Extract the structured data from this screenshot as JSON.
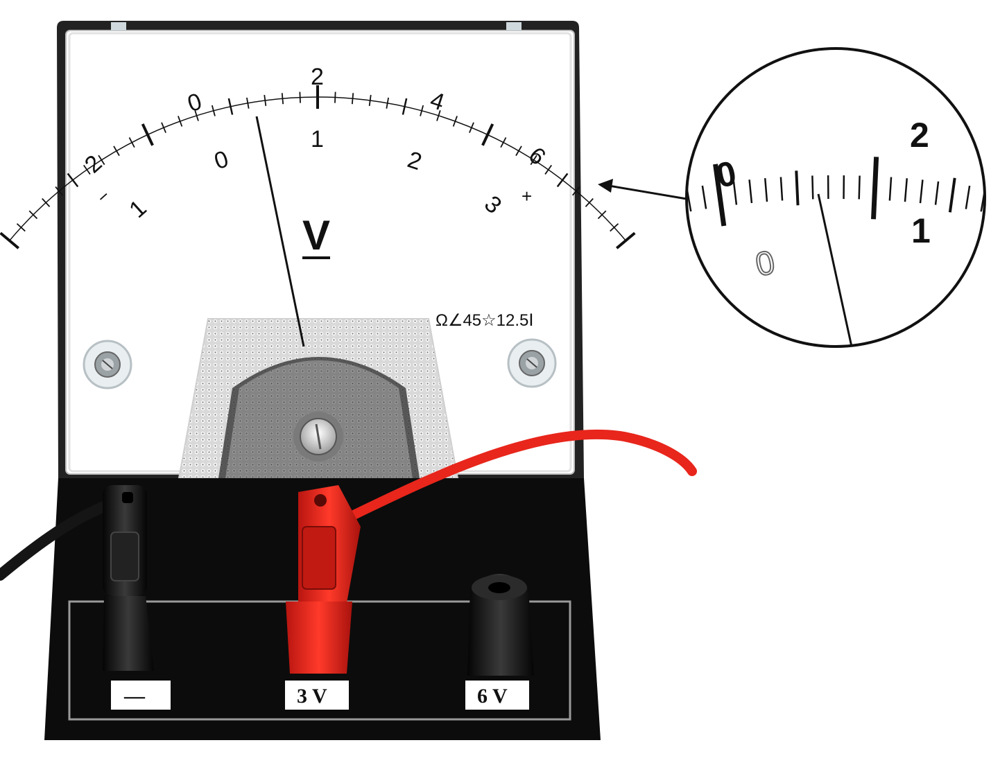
{
  "meter": {
    "unit": "V",
    "spec": "Ω∠45☆12.5Ⅰ",
    "upper_scale": [
      "2",
      "0",
      "2",
      "4",
      "6"
    ],
    "lower_scale": [
      "1",
      "0",
      "1",
      "2",
      "3"
    ],
    "minus_sign": "−",
    "plus_sign": "+",
    "needle_upper_reading": 0.6,
    "needle_lower_reading": 0.3
  },
  "terminals": {
    "neg": "—",
    "three": "3 V",
    "six": "6 V"
  },
  "magnifier": {
    "upper_labels": [
      "0",
      "2"
    ],
    "lower_labels": [
      "0",
      "1"
    ]
  },
  "colors": {
    "red_lead": "#e8261c",
    "black_lead": "#1a1a1a",
    "base": "#0c0c0c",
    "face": "#ffffff"
  }
}
